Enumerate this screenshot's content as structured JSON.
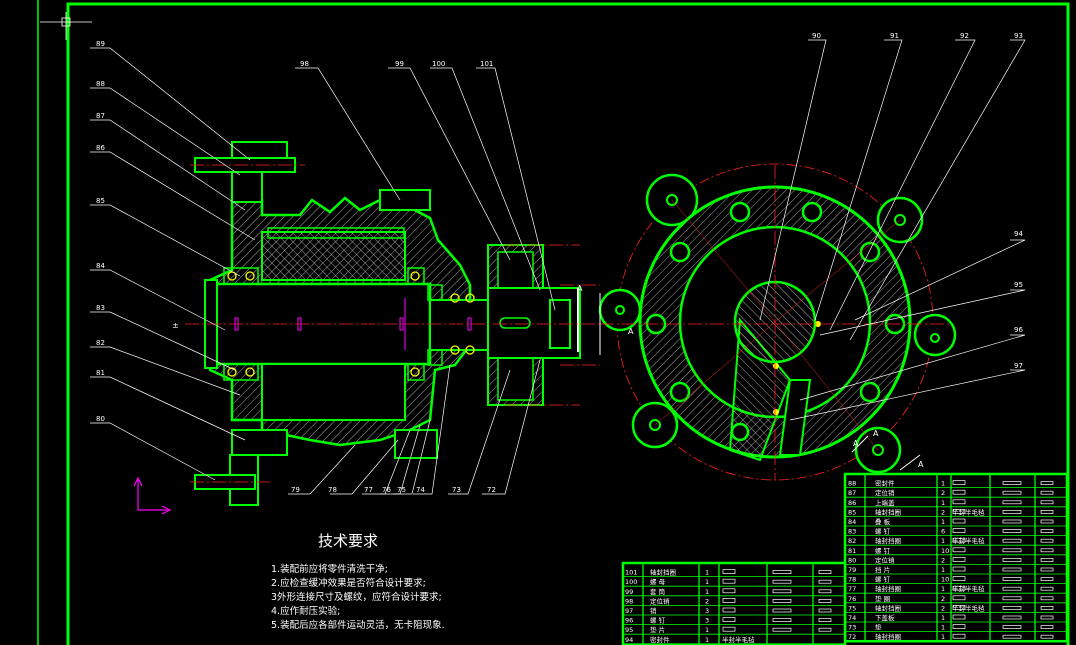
{
  "colors": {
    "outline": "#00ff00",
    "hatch": "#d8d8d8",
    "leader": "#ffffff",
    "centerline": "#ff2020",
    "axis": "#ff00ff",
    "background": "#000000"
  },
  "balloons": {
    "top_left": [
      "89",
      "88",
      "87",
      "86",
      "85",
      "84",
      "83",
      "82",
      "81",
      "80"
    ],
    "top_mid": [
      "98",
      "99",
      "100",
      "101"
    ],
    "bottom": [
      "79",
      "78",
      "77",
      "76",
      "75",
      "74",
      "73",
      "72"
    ],
    "top_right": [
      "90",
      "91",
      "92",
      "93"
    ],
    "right_side": [
      "94",
      "95",
      "96",
      "97"
    ]
  },
  "section_marks": {
    "letter": "A"
  },
  "requirements": {
    "title": "技术要求",
    "items": [
      "1.装配前应将零件清洗干净;",
      "2.应检查缓冲效果是否符合设计要求;",
      "3外形连接尺寸及螺纹，应符合设计要求;",
      "4.应作耐压实验;",
      "5.装配后应各部件运动灵活，无卡阻现象."
    ]
  },
  "bom_right": [
    [
      "88",
      "密封件",
      "1"
    ],
    [
      "87",
      "定位销",
      "2"
    ],
    [
      "86",
      "上端盖",
      "1"
    ],
    [
      "85",
      "轴封挡圈",
      "2"
    ],
    [
      "84",
      "叠 板",
      "1"
    ],
    [
      "83",
      "螺 钉",
      "6"
    ],
    [
      "82",
      "轴封挡圈",
      "1"
    ],
    [
      "81",
      "螺 钉",
      "10"
    ],
    [
      "80",
      "定位销",
      "2"
    ],
    [
      "79",
      "挡 片",
      "1"
    ],
    [
      "78",
      "螺 钉",
      "10"
    ],
    [
      "77",
      "轴封挡圈",
      "1"
    ],
    [
      "76",
      "垫 圈",
      "2"
    ],
    [
      "75",
      "轴封挡圈",
      "2"
    ],
    [
      "74",
      "下盖板",
      "1"
    ],
    [
      "73",
      "垫",
      "1"
    ],
    [
      "72",
      "轴封挡圈",
      "1"
    ]
  ],
  "bom_left": [
    [
      "101",
      "轴封挡圈",
      "1"
    ],
    [
      "100",
      "螺 母",
      "1"
    ],
    [
      "99",
      "套 筒",
      "1"
    ],
    [
      "98",
      "定位销",
      "2"
    ],
    [
      "97",
      "销",
      "3"
    ],
    [
      "96",
      "螺 钉",
      "3"
    ],
    [
      "95",
      "垫 片",
      "1"
    ],
    [
      "94",
      "密封件",
      "1"
    ]
  ],
  "bom_notes": {
    "r85": "半封半毛毡",
    "r82": "半封半毛毡",
    "r77": "半封半毛毡",
    "r75": "半封半毛毡",
    "l94": "半封半毛毡"
  }
}
